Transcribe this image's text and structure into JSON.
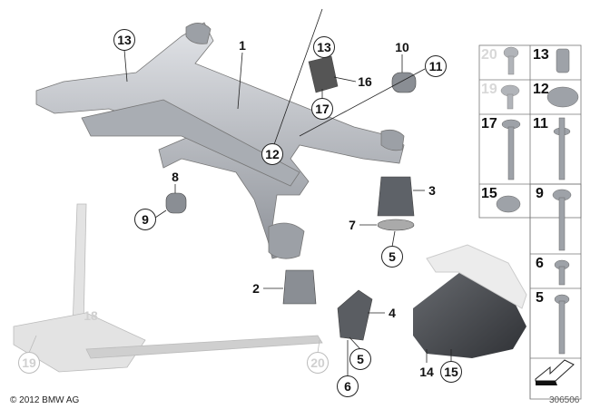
{
  "copyright": "© 2012 BMW AG",
  "diagram_number": "306506",
  "callouts": [
    {
      "label": "13",
      "style": "circled"
    },
    {
      "label": "1",
      "style": "plain"
    },
    {
      "label": "13",
      "style": "circled"
    },
    {
      "label": "10",
      "style": "plain"
    },
    {
      "label": "11",
      "style": "circled"
    },
    {
      "label": "16",
      "style": "plain"
    },
    {
      "label": "17",
      "style": "circled"
    },
    {
      "label": "12",
      "style": "circled"
    },
    {
      "label": "8",
      "style": "plain"
    },
    {
      "label": "9",
      "style": "circled"
    },
    {
      "label": "3",
      "style": "plain"
    },
    {
      "label": "7",
      "style": "plain"
    },
    {
      "label": "5",
      "style": "circled"
    },
    {
      "label": "2",
      "style": "plain"
    },
    {
      "label": "4",
      "style": "plain"
    },
    {
      "label": "5",
      "style": "circled"
    },
    {
      "label": "6",
      "style": "circled"
    },
    {
      "label": "18",
      "style": "plain-gray"
    },
    {
      "label": "19",
      "style": "circled-gray"
    },
    {
      "label": "20",
      "style": "circled-gray"
    },
    {
      "label": "14",
      "style": "plain"
    },
    {
      "label": "15",
      "style": "circled"
    }
  ],
  "fasteners_grid": [
    {
      "label": "20",
      "muted": true
    },
    {
      "label": "13",
      "muted": false
    },
    {
      "label": "19",
      "muted": true
    },
    {
      "label": "12",
      "muted": false
    },
    {
      "label": "17",
      "muted": false
    },
    {
      "label": "11",
      "muted": false
    },
    {
      "label": "15",
      "muted": false
    },
    {
      "label": "9",
      "muted": false
    },
    {
      "label": "6",
      "muted": false
    },
    {
      "label": "5",
      "muted": false
    }
  ],
  "colors": {
    "part": "#b8bcc2",
    "part_dark": "#8a8f96",
    "muted_part": "#e6e6e6",
    "shield": "#4a4d52"
  }
}
